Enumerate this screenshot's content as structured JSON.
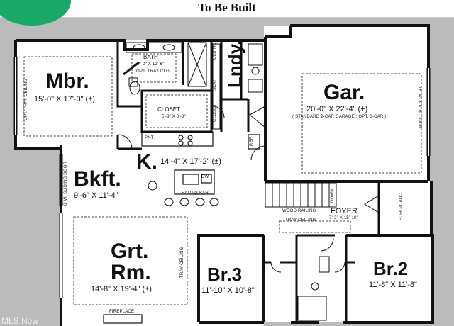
{
  "header": {
    "title": "To Be Built"
  },
  "rooms": {
    "master": {
      "name": "Mbr.",
      "dims": "15'-0\" X 17'-0\" (±)",
      "ceiling": "OPT. TRAY CEILING"
    },
    "bath": {
      "name": "BATH",
      "dims": "7'-0\" X 12'-6\"",
      "note": "OPT. TRAY CLG."
    },
    "closet": {
      "name": "CLOSET",
      "dims": "5'-8\" X 8'-8\""
    },
    "laundry": {
      "name": "Lndy.",
      "seat": "SEAT",
      "folding": "FOLDING",
      "closet_label": "CLOSET"
    },
    "garage": {
      "name": "Gar.",
      "dims": "20'-0\" X 22'-4\" (+)",
      "note": "( STANDARD 2-CAR GARAGE : OPT. 3-CAR )",
      "door": "16' W. X 8' H. DOOR"
    },
    "kitchen": {
      "name": "K.",
      "dims": "14'-4\" X 17'-2\" (±)",
      "pantry": "PNT",
      "dw": "DW",
      "eating_bar": "EATING BAR",
      "ref": "REF"
    },
    "breakfast": {
      "name": "Bkft.",
      "dims": "9'-6\" X 11'-4\"",
      "door": "6' W. SLIDING DOOR"
    },
    "great_room": {
      "name_line1": "Grt.",
      "name_line2": "Rm.",
      "dims": "14'-8\" X 19'-4\" (±)",
      "ceiling": "TRAY CEILING",
      "fireplace": "FIREPLACE"
    },
    "foyer": {
      "name": "FOYER",
      "dims": "7'-2\" X 15'-10\"",
      "railing": "WOOD RAILING",
      "tray": "TRAY CEILING",
      "down": "DOWN",
      "porch": "COV. PORCH"
    },
    "bedroom3": {
      "name": "Br.3",
      "dims": "11'-10\" X 10'-8\""
    },
    "bedroom2": {
      "name": "Br.2",
      "dims": "11'-8\" X 11'-8\""
    }
  },
  "watermark": "MLS Now",
  "colors": {
    "background": "#b9bcbb",
    "floor": "#ffffff",
    "wall": "#111111",
    "badge": "#1aa867"
  }
}
